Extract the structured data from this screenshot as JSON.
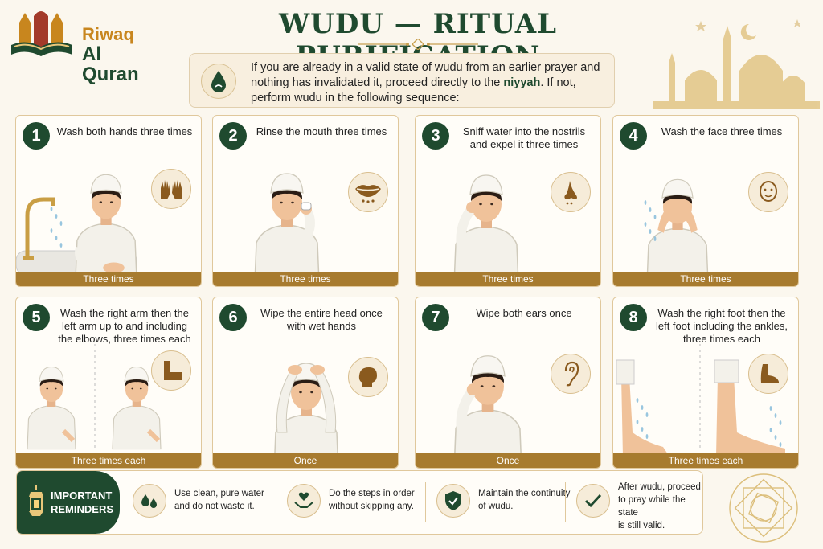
{
  "logo": {
    "line1": "Riwaq",
    "line2": "Al Quran"
  },
  "title": "WUDU — RITUAL PURIFICATION",
  "intro": {
    "part1": "If you are already in a valid state of wudu from an earlier prayer and nothing has invalidated it, proceed directly to the ",
    "bold": "niyyah",
    "part2": ". If not, perform wudu in the following sequence:"
  },
  "steps": [
    {
      "num": "1",
      "text": "Wash both hands three times",
      "footer": "Three times",
      "icon": "hands-icon"
    },
    {
      "num": "2",
      "text": "Rinse the mouth three times",
      "footer": "Three times",
      "icon": "mouth-icon"
    },
    {
      "num": "3",
      "text": "Sniff water into the nostrils and expel it three times",
      "footer": "Three times",
      "icon": "nose-icon"
    },
    {
      "num": "4",
      "text": "Wash the face three times",
      "footer": "Three times",
      "icon": "face-icon"
    },
    {
      "num": "5",
      "text": "Wash the right arm then the left arm up to and including the elbows, three times each",
      "footer": "Three times each",
      "icon": "arm-icon"
    },
    {
      "num": "6",
      "text": "Wipe the entire head once with wet hands",
      "footer": "Once",
      "icon": "head-icon"
    },
    {
      "num": "7",
      "text": "Wipe both ears once",
      "footer": "Once",
      "icon": "ear-icon"
    },
    {
      "num": "8",
      "text": "Wash the right foot then the left foot including the ankles, three times each",
      "footer": "Three times each",
      "icon": "foot-icon"
    }
  ],
  "reminders": {
    "heading_line1": "IMPORTANT",
    "heading_line2": "REMINDERS",
    "items": [
      {
        "text_line1": "Use clean, pure water",
        "text_line2": "and do not waste it.",
        "icon": "water-drops-icon"
      },
      {
        "text_line1": "Do the steps in order",
        "text_line2": "without skipping any.",
        "icon": "heart-hands-icon"
      },
      {
        "text_line1": "Maintain the continuity",
        "text_line2": "of wudu.",
        "icon": "shield-check-icon"
      },
      {
        "text_line1": "After wudu, proceed",
        "text_line2": "to pray while the state",
        "text_line3": "is still valid.",
        "icon": "checkmark-icon"
      }
    ]
  },
  "colors": {
    "green": "#1f4a2f",
    "gold": "#a77b2f",
    "cream": "#fbf7ee",
    "accent": "#c8861e"
  }
}
